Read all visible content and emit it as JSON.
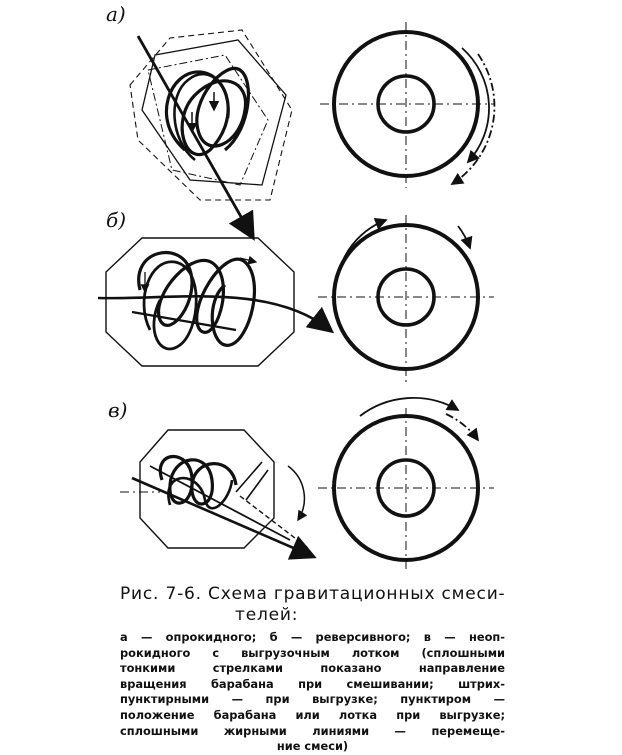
{
  "labels": {
    "a": "а)",
    "b": "б)",
    "v": "в)"
  },
  "caption": {
    "title_line1": "Рис. 7-6. Схема гравитационных смеси-",
    "title_line2": "телей:",
    "body_lines": [
      "а — опрокидного;  б — реверсивного;  в — неоп-",
      "рокидного с выгрузочным лотком (сплошными",
      "тонкими стрелками показано направление",
      "вращения барабана при смешивании; штрих-",
      "пунктирными — при выгрузке; пунктиром —",
      "положение барабана или лотка при выгрузке;",
      "сплошными жирными линиями — перемеще-",
      "ние смеси)"
    ]
  },
  "colors": {
    "ink": "#111111",
    "paper": "#ffffff"
  }
}
